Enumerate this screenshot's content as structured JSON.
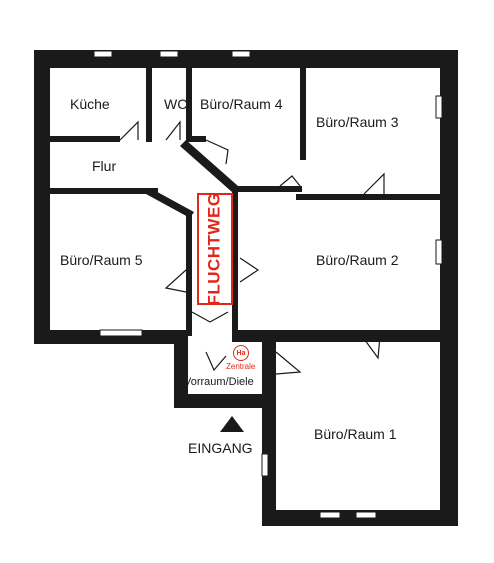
{
  "rooms": {
    "kueche": "Küche",
    "wc": "WC",
    "buero4": "Büro/Raum 4",
    "buero3": "Büro/Raum 3",
    "flur": "Flur",
    "buero5": "Büro/Raum 5",
    "buero2": "Büro/Raum 2",
    "vorraum": "Vorraum/Diele",
    "buero1": "Büro/Raum 1"
  },
  "escape_route": "FLUCHTWEG",
  "main_switch": {
    "symbol": "Ha",
    "label": "Zentrale"
  },
  "entrance": "EINGANG",
  "colors": {
    "wall": "#1a1a1a",
    "escape": "#e0281a",
    "background": "#ffffff"
  }
}
